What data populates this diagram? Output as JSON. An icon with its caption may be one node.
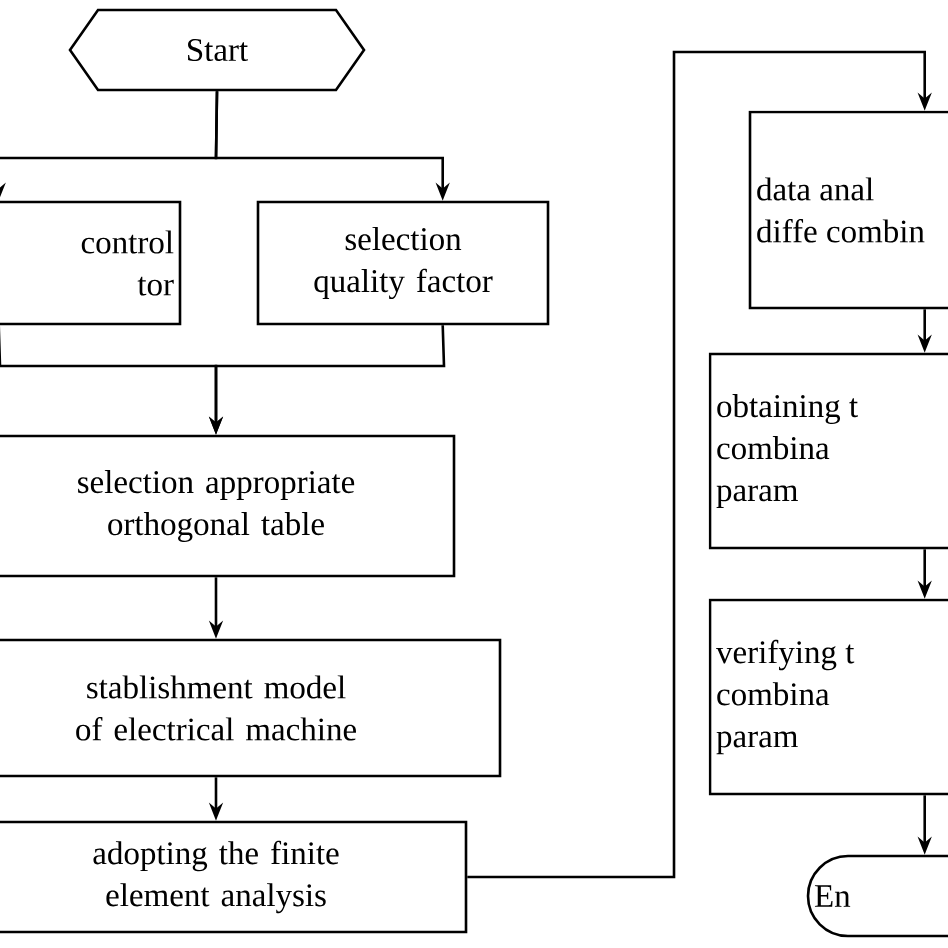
{
  "diagram": {
    "nodes": [
      {
        "text": [
          "Start"
        ]
      },
      {
        "text": [
          "control tor"
        ]
      },
      {
        "text": [
          "selection quality factor"
        ]
      },
      {
        "text": [
          "selection appropriate orthogonal table"
        ]
      },
      {
        "text": [
          "stablishment model of electrical machine"
        ]
      },
      {
        "text": [
          "adopting the finite element analysis"
        ]
      },
      {
        "text": [
          "data anal diffe combin"
        ]
      },
      {
        "text": [
          "obtaining t combina param"
        ]
      },
      {
        "text": [
          "verifying t combina param"
        ]
      },
      {
        "text": [
          "En"
        ]
      }
    ],
    "edges": [
      {
        "from": 0,
        "to": 1,
        "arrow": "to"
      },
      {
        "from": 0,
        "to": 2,
        "arrow": "to"
      },
      {
        "from": 1,
        "to": 3,
        "arrow": "to"
      },
      {
        "from": 2,
        "to": 3,
        "arrow": "to"
      },
      {
        "from": 3,
        "to": 4,
        "arrow": "to"
      },
      {
        "from": 4,
        "to": 5,
        "arrow": "to"
      },
      {
        "from": 5,
        "to": 6,
        "arrow": "to"
      },
      {
        "from": 6,
        "to": 7,
        "arrow": "to"
      },
      {
        "from": 7,
        "to": 8,
        "arrow": "to"
      },
      {
        "from": 8,
        "to": 9,
        "arrow": "to"
      }
    ]
  }
}
